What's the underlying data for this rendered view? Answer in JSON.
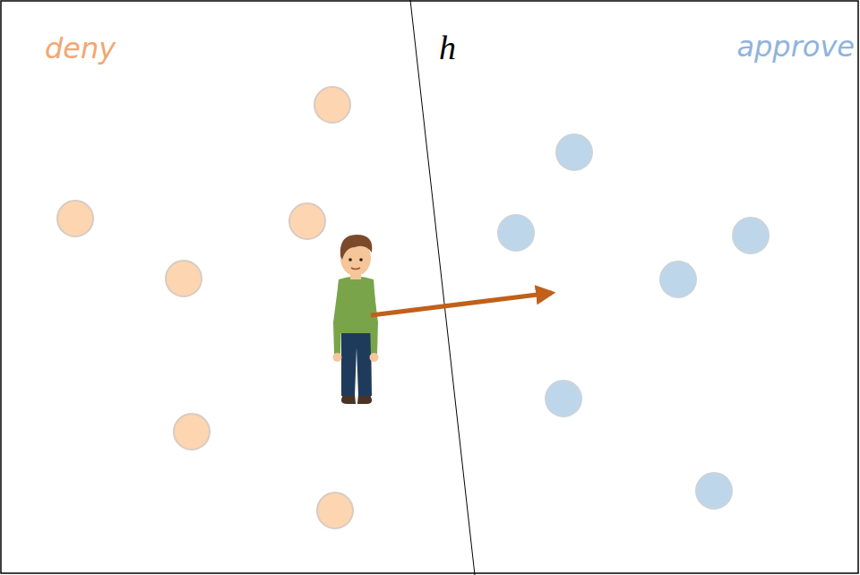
{
  "diagram": {
    "labels": [
      "deny",
      "h",
      "approve"
    ]
  }
}
